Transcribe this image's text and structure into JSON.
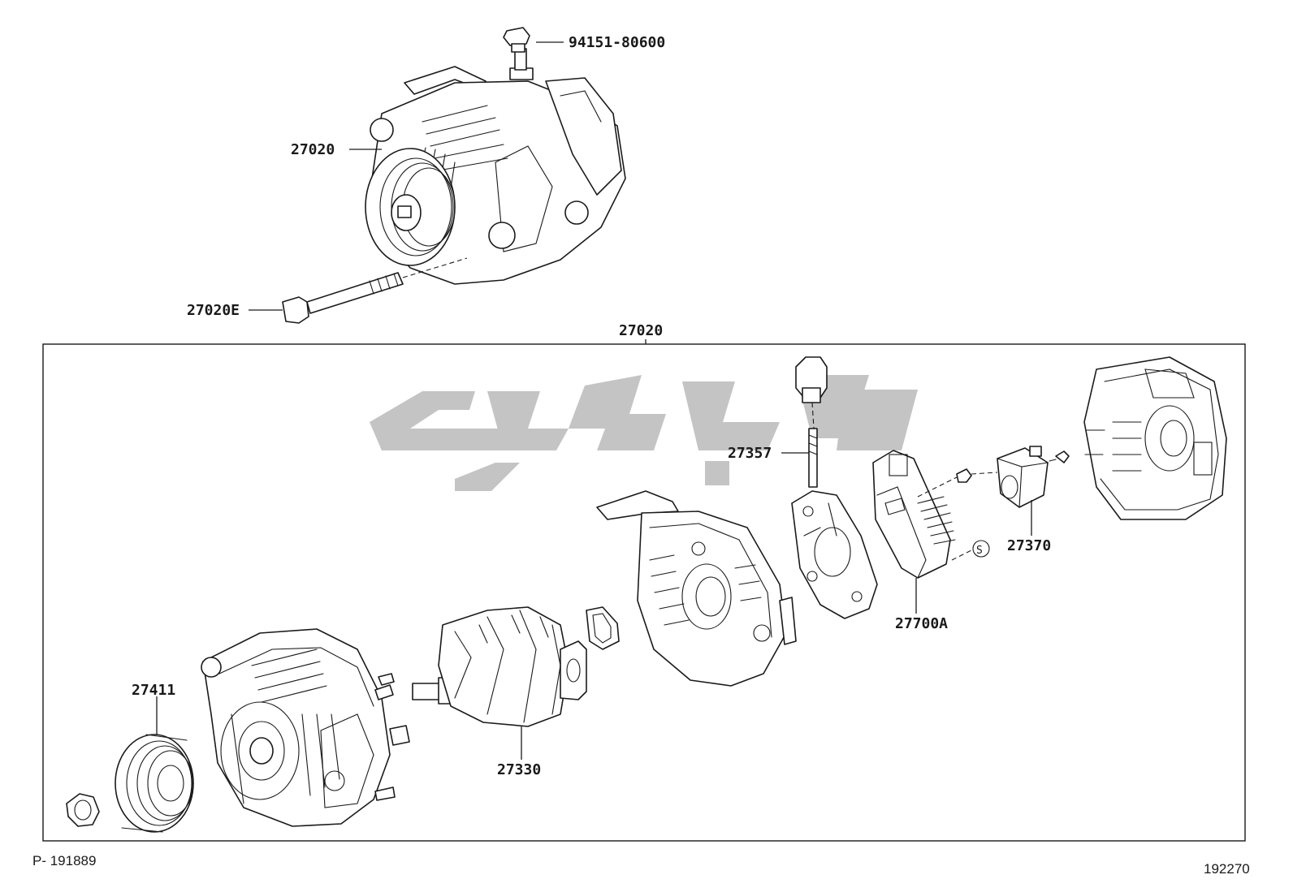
{
  "labels": {
    "bolt_top": "94151-80600",
    "alternator_assy": "27020",
    "through_bolt": "27020E",
    "kit_header": "27020",
    "terminal_insulator": "27357",
    "brush_holder": "27370",
    "regulator": "27700A",
    "pulley": "27411",
    "rotor": "27330",
    "seal_symbol": "S"
  },
  "footer": {
    "left": "P- 191889",
    "right": "192270"
  },
  "colors": {
    "line": "#1a1a1a",
    "watermark": "#c4c4c4",
    "background": "#ffffff"
  }
}
